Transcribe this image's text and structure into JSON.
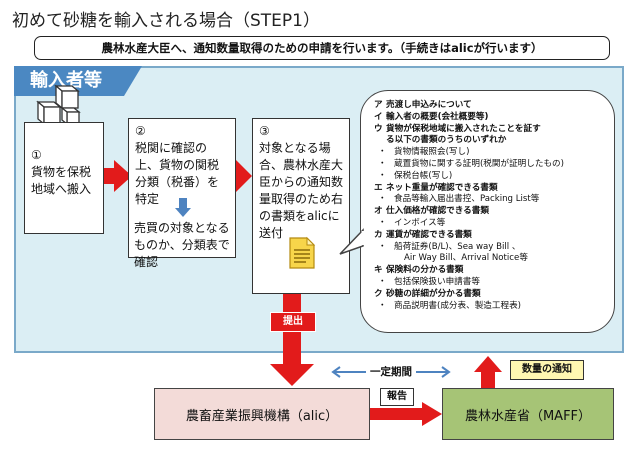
{
  "page_title": "初めて砂糖を輸入される場合（STEP1）",
  "banner": "農林水産大臣へ、通知数量取得のための申請を行います。（手続きはalicが行います）",
  "panel_title": "輸入者等",
  "steps": [
    {
      "num": "①",
      "text": "貨物を保税地域へ搬入"
    },
    {
      "num": "②",
      "text": "税関に確認の上、貨物の関税分類（税番）を特定",
      "text2": "売買の対象となるものか、分類表で確認"
    },
    {
      "num": "③",
      "text": "対象となる場合、農林水産大臣からの通知数量取得のため右の書類をalicに送付"
    }
  ],
  "documents": [
    {
      "key": "ア",
      "text": "売渡し申込みについて",
      "level": "head"
    },
    {
      "key": "イ",
      "text": "輸入者の概要(会社概要等)",
      "level": "head"
    },
    {
      "key": "ウ",
      "text": "貨物が保税地域に搬入されたことを証す",
      "level": "head"
    },
    {
      "key": "",
      "text": "る以下の書類のうちのいずれか",
      "level": "head"
    },
    {
      "key": "・",
      "text": "貨物情報照会(写し)",
      "level": "sub"
    },
    {
      "key": "・",
      "text": "蔵置貨物に関する証明(税関が証明したもの)",
      "level": "sub"
    },
    {
      "key": "・",
      "text": "保税台帳(写し)",
      "level": "sub"
    },
    {
      "key": "エ",
      "text": "ネット重量が確認できる書類",
      "level": "head"
    },
    {
      "key": "・",
      "text": "食品等輸入届出書控、Packing List等",
      "level": "sub"
    },
    {
      "key": "オ",
      "text": "仕入価格が確認できる書類",
      "level": "head"
    },
    {
      "key": "・",
      "text": "インボイス等",
      "level": "sub"
    },
    {
      "key": "カ",
      "text": "運賃が確認できる書類",
      "level": "head"
    },
    {
      "key": "・",
      "text": "船荷証券(B/L)、Sea way Bill 、",
      "level": "sub"
    },
    {
      "key": "",
      "text": "Air Way Bill、Arrival Notice等",
      "level": "cont"
    },
    {
      "key": "キ",
      "text": "保険料の分かる書類",
      "level": "head"
    },
    {
      "key": "・",
      "text": "包括保険扱い申請書等",
      "level": "sub"
    },
    {
      "key": "ク",
      "text": "砂糖の詳細が分かる書類",
      "level": "head"
    },
    {
      "key": "・",
      "text": "商品説明書(成分表、製造工程表)",
      "level": "sub"
    }
  ],
  "labels": {
    "submit": "提出",
    "fixed_period": "一定期間",
    "report": "報告",
    "notice": "数量の通知"
  },
  "orgs": {
    "alic": "農畜産業振興機構（alic）",
    "maff": "農林水産省（MAFF）"
  }
}
